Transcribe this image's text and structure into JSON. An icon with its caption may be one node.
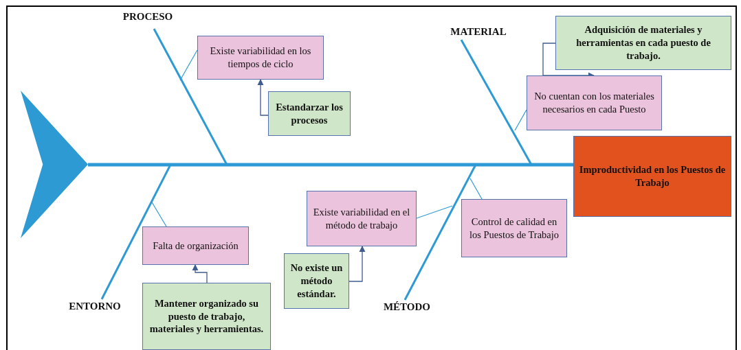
{
  "diagram": {
    "nodes": [
      {
        "text": [],
        "shape": "triangle"
      },
      {
        "text": [
          "PROCESO"
        ]
      },
      {
        "text": [
          "Existe variabilidad en los tiempos de ciclo"
        ]
      },
      {
        "text": [
          "Estandarzar los procesos"
        ]
      },
      {
        "text": [
          "MATERIAL"
        ]
      },
      {
        "text": [
          "Adquisición de materiales y herramientas en cada puesto de trabajo."
        ]
      },
      {
        "text": [
          "No cuentan con los materiales necesarios en cada Puesto"
        ]
      },
      {
        "text": [
          "Improductividad en los Puestos de Trabajo"
        ]
      },
      {
        "text": [
          "ENTORNO"
        ]
      },
      {
        "text": [
          "Falta de organización"
        ]
      },
      {
        "text": [
          "Mantener organizado su puesto de trabajo, materiales y herramientas."
        ]
      },
      {
        "text": [
          "Existe variabilidad en el método de trabajo"
        ]
      },
      {
        "text": [
          "No existe un método estándar."
        ]
      },
      {
        "text": [
          "Control de calidad en los Puestos de Trabajo"
        ]
      },
      {
        "text": [
          "MÉTODO"
        ]
      }
    ],
    "edges": [
      {
        "from": 0,
        "to": 7,
        "arrow": "none",
        "style": "thick"
      },
      {
        "from": 1,
        "to": null,
        "arrow": "none",
        "style": "thick"
      },
      {
        "from": 2,
        "to": null,
        "arrow": "none"
      },
      {
        "from": 3,
        "to": 2,
        "arrow": "to",
        "color": "#3f5b8f"
      },
      {
        "from": 4,
        "to": null,
        "arrow": "none",
        "style": "thick"
      },
      {
        "from": 5,
        "to": 6,
        "arrow": "to",
        "color": "#3f5b8f"
      },
      {
        "from": 6,
        "to": null,
        "arrow": "none"
      },
      {
        "from": 8,
        "to": null,
        "arrow": "none",
        "style": "thick"
      },
      {
        "from": 9,
        "to": null,
        "arrow": "none"
      },
      {
        "from": 10,
        "to": 9,
        "arrow": "to",
        "color": "#3f5b8f"
      },
      {
        "from": 11,
        "to": null,
        "arrow": "none"
      },
      {
        "from": 12,
        "to": 11,
        "arrow": "to",
        "color": "#3f5b8f"
      },
      {
        "from": 13,
        "to": null,
        "arrow": "none"
      },
      {
        "from": 14,
        "to": null,
        "arrow": "none",
        "style": "thick"
      }
    ]
  }
}
